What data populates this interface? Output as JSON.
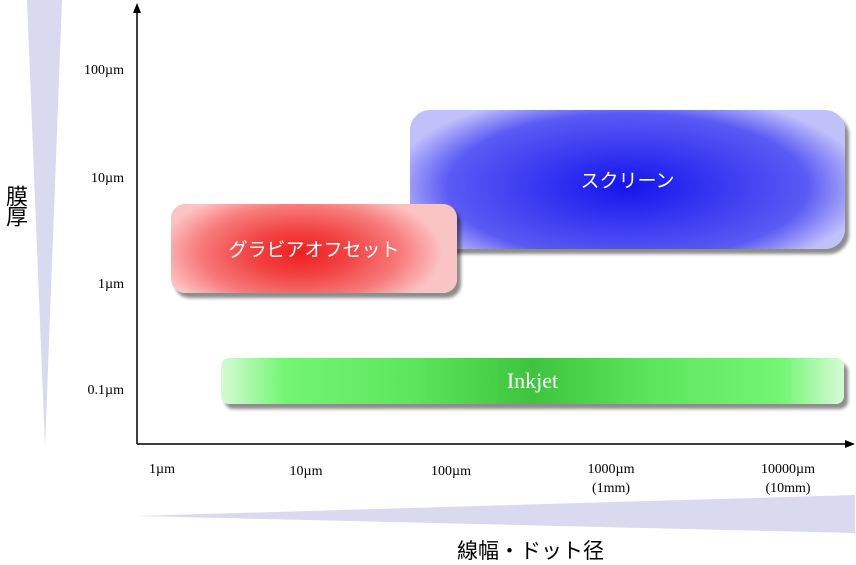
{
  "chart_data": {
    "type": "diagram",
    "title": "",
    "xlabel": "線幅・ドット径",
    "ylabel": "膜厚",
    "x_ticks": [
      "1µm",
      "10µm",
      "100µm",
      "1000µm\n(1mm)",
      "10000µm\n(10mm)"
    ],
    "y_ticks": [
      "100µm",
      "10µm",
      "1µm",
      "0.1µm"
    ],
    "x_scale": "log",
    "y_scale": "log",
    "regions": [
      {
        "name": "スクリーン",
        "color": "#1414ee",
        "x_range": [
          "~60µm",
          ">10000µm"
        ],
        "y_range": [
          "~2µm",
          "~50µm"
        ]
      },
      {
        "name": "グラビアオフセット",
        "color": "#f01e1e",
        "x_range": [
          "~1µm",
          "~100µm"
        ],
        "y_range": [
          "~1µm",
          "~6µm"
        ]
      },
      {
        "name": "Inkjet",
        "color": "#3ec43e",
        "x_range": [
          "~2µm",
          ">10000µm"
        ],
        "y_range": [
          "~0.1µm",
          "~0.1µm"
        ]
      }
    ]
  },
  "axes": {
    "y_label": "膜厚",
    "x_label": "線幅・ドット径",
    "y_ticks": [
      {
        "label": "100µm"
      },
      {
        "label": "10µm"
      },
      {
        "label": "1µm"
      },
      {
        "label": "0.1µm"
      }
    ],
    "x_ticks": [
      {
        "line1": "1µm",
        "line2": ""
      },
      {
        "line1": "10µm",
        "line2": ""
      },
      {
        "line1": "100µm",
        "line2": ""
      },
      {
        "line1": "1000µm",
        "line2": "(1mm)"
      },
      {
        "line1": "10000µm",
        "line2": "(10mm)"
      }
    ]
  },
  "regions": {
    "screen": "スクリーン",
    "gravure": "グラビアオフセット",
    "inkjet": "Inkjet"
  },
  "colors": {
    "wedge": "#d9d9ef",
    "axis": "#000000"
  }
}
